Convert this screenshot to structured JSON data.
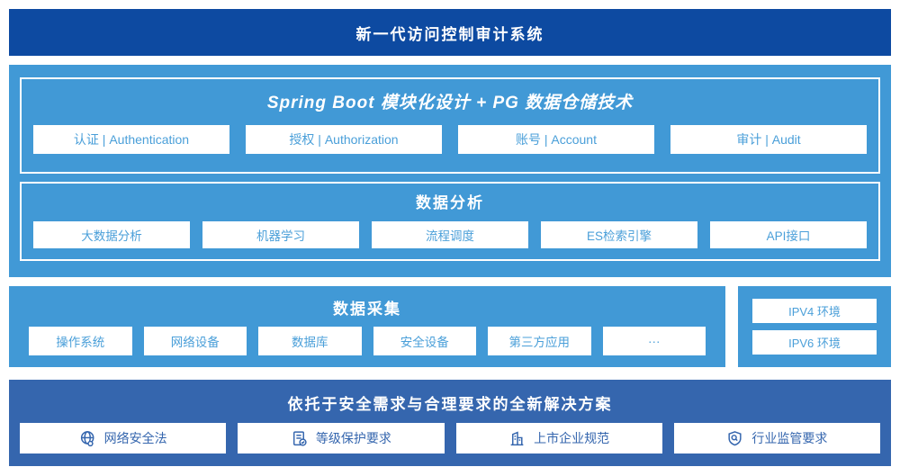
{
  "banner": {
    "title": "新一代访问控制审计系统"
  },
  "platform": {
    "modules_header": "Spring Boot 模块化设计 + PG 数据仓储技术",
    "modules": [
      "认证 | Authentication",
      "授权 | Authorization",
      "账号 | Account",
      "审计 | Audit"
    ],
    "analysis": {
      "title": "数据分析",
      "items": [
        "大数据分析",
        "机器学习",
        "流程调度",
        "ES检索引擎",
        "API接口"
      ]
    }
  },
  "collection": {
    "title": "数据采集",
    "items": [
      "操作系统",
      "网络设备",
      "数据库",
      "安全设备",
      "第三方应用",
      "···"
    ]
  },
  "environments": {
    "items": [
      "IPV4 环境",
      "IPV6 环境"
    ]
  },
  "solution": {
    "title": "依托于安全需求与合理要求的全新解决方案",
    "items": [
      {
        "icon": "globe-icon",
        "label": "网络安全法"
      },
      {
        "icon": "document-check-icon",
        "label": "等级保护要求"
      },
      {
        "icon": "building-icon",
        "label": "上市企业规范"
      },
      {
        "icon": "shield-search-icon",
        "label": "行业监管要求"
      }
    ]
  },
  "colors": {
    "banner_navy": "#0D4AA1",
    "light_blue": "#4199D6",
    "solution_blue": "#3566AE",
    "box_text_blue": "#4A9FD9",
    "white": "#FFFFFF"
  }
}
